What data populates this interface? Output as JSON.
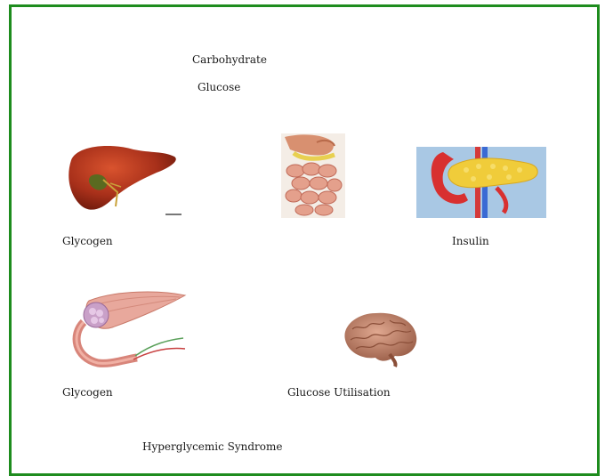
{
  "labels": {
    "carbohydrate": "Carbohydrate",
    "glucose": "Glucose",
    "glycogen_liver": "Glycogen",
    "insulin": "Insulin",
    "glycogen_muscle": "Glycogen",
    "glucose_utilisation": "Glucose Utilisation",
    "hyperglycemic_syndrome": "Hyperglycemic Syndrome"
  },
  "images": {
    "liver": "liver-illustration",
    "intestines": "digestive-tract-illustration",
    "pancreas": "pancreas-illustration",
    "muscle": "muscle-fiber-illustration",
    "brain": "brain-illustration"
  },
  "colors": {
    "border": "#1e8c1e"
  }
}
